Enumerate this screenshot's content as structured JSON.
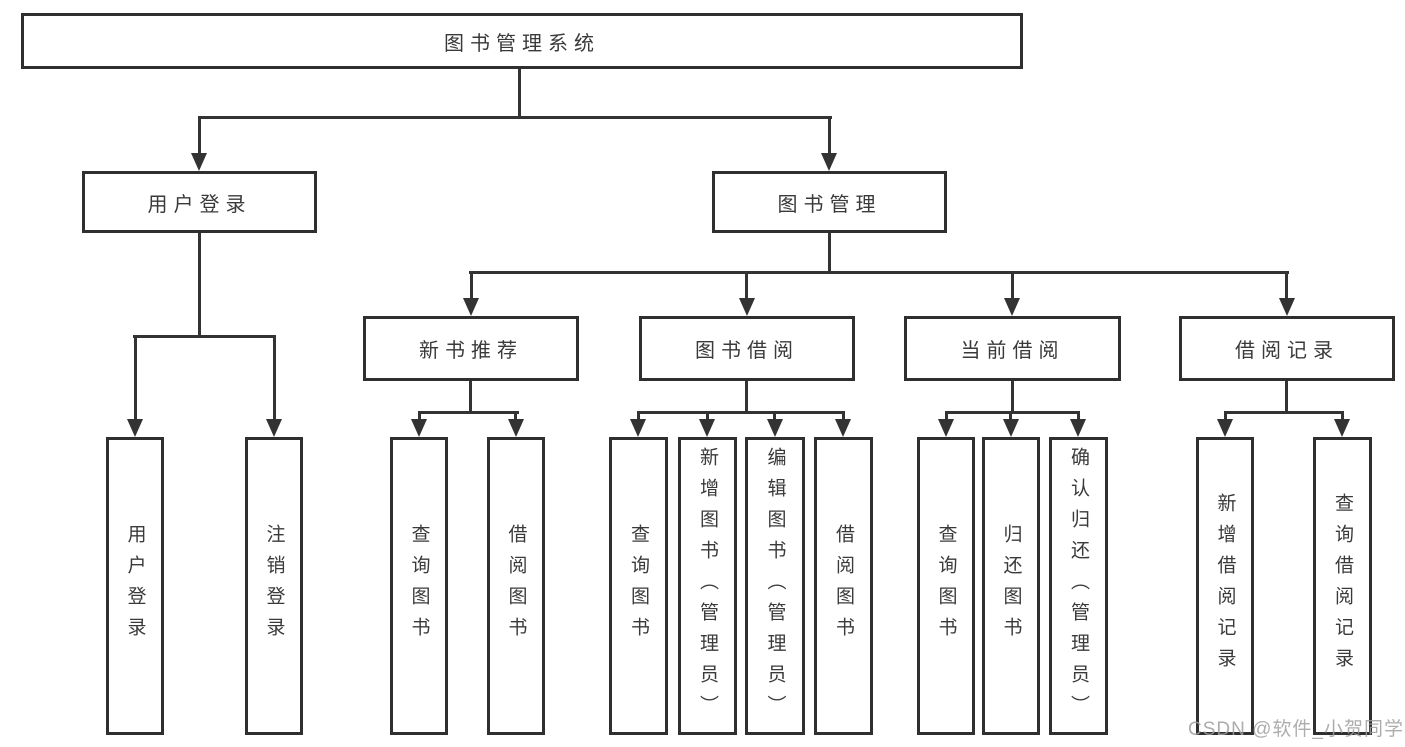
{
  "diagram": {
    "nodes": {
      "root": "图书管理系统",
      "user_login": "用户登录",
      "book_management": "图书管理",
      "new_book_recommend": "新书推荐",
      "book_borrowing": "图书借阅",
      "current_borrowing": "当前借阅",
      "borrowing_records": "借阅记录",
      "user_login_leaf": "用户登录",
      "logout_leaf": "注销登录",
      "query_books_recommend": "查询图书",
      "borrow_books_recommend": "借阅图书",
      "query_books_borrowing": "查询图书",
      "add_books_admin": "新增图书（管理员）",
      "edit_books_admin": "编辑图书（管理员）",
      "borrow_books_borrowing": "借阅图书",
      "query_books_current": "查询图书",
      "return_books": "归还图书",
      "confirm_return_admin": "确认归还（管理员）",
      "add_borrow_record": "新增借阅记录",
      "query_borrow_record": "查询借阅记录"
    },
    "hierarchy": {
      "图书管理系统": {
        "用户登录": [
          "用户登录",
          "注销登录"
        ],
        "图书管理": {
          "新书推荐": [
            "查询图书",
            "借阅图书"
          ],
          "图书借阅": [
            "查询图书",
            "新增图书（管理员）",
            "编辑图书（管理员）",
            "借阅图书"
          ],
          "当前借阅": [
            "查询图书",
            "归还图书",
            "确认归还（管理员）"
          ],
          "借阅记录": [
            "新增借阅记录",
            "查询借阅记录"
          ]
        }
      }
    },
    "colors": {
      "line": "#333333",
      "border": "#2f2f2f",
      "text": "#3a3a3a",
      "background": "#ffffff",
      "watermark": "#9f9f9f"
    }
  },
  "watermark": {
    "text": "CSDN @软件_小贺同学"
  }
}
